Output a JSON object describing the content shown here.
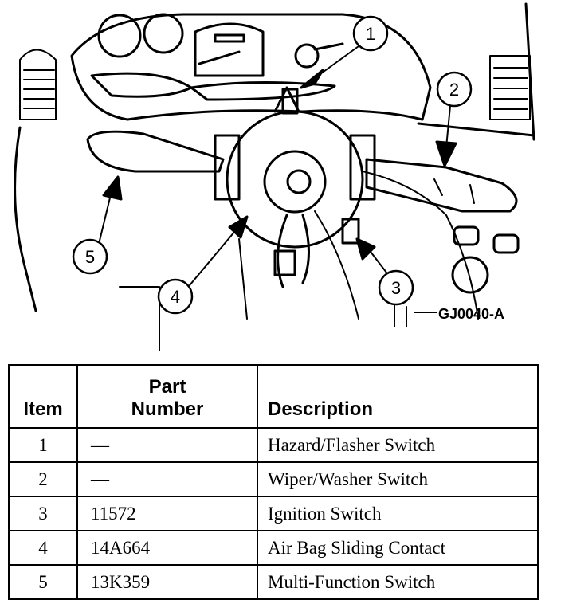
{
  "figure": {
    "callouts": [
      "1",
      "2",
      "3",
      "4",
      "5"
    ],
    "figure_id": "GJ0040-A"
  },
  "parts_table": {
    "headers": {
      "item": "Item",
      "part_number_line1": "Part",
      "part_number_line2": "Number",
      "description": "Description"
    },
    "rows": [
      {
        "item": "1",
        "part_number": "—",
        "description": "Hazard/Flasher Switch"
      },
      {
        "item": "2",
        "part_number": "—",
        "description": "Wiper/Washer Switch"
      },
      {
        "item": "3",
        "part_number": "11572",
        "description": "Ignition Switch"
      },
      {
        "item": "4",
        "part_number": "14A664",
        "description": "Air Bag Sliding Contact"
      },
      {
        "item": "5",
        "part_number": "13K359",
        "description": "Multi-Function Switch"
      }
    ]
  }
}
